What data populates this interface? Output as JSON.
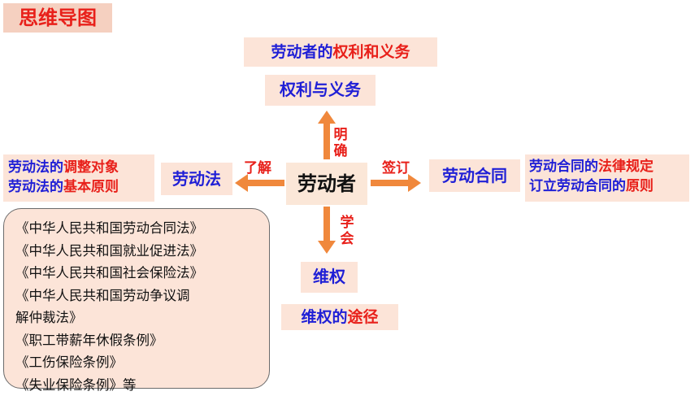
{
  "title": "思维导图",
  "center": "劳动者",
  "top_node": {
    "label": "权利与义务",
    "note_plain": "劳动者的",
    "note_red": "权利和义务"
  },
  "left_node": {
    "label": "劳动法",
    "note1_plain": "劳动法的",
    "note1_red": "调整对象",
    "note2_plain": "劳动法的",
    "note2_red": "基本原则"
  },
  "right_node": {
    "label": "劳动合同",
    "note1_plain": "劳动合同的",
    "note1_red": "法律规定",
    "note2_plain": "订立劳动合同的",
    "note2_red": "原则"
  },
  "bottom_node": {
    "label": "维权",
    "note_plain": "维权的",
    "note_red": "途径"
  },
  "edges": {
    "top": "明确",
    "left": "了解",
    "right": "签订",
    "bottom": "学会"
  },
  "laws": [
    "《中华人民共和国劳动合同法》",
    "《中华人民共和国就业促进法》",
    "《中华人民共和国社会保险法》",
    "《中华人民共和国劳动争议调",
    "解仲裁法》",
    "《职工带薪年休假条例》",
    "《工伤保险条例》",
    "《失业保险条例》等"
  ],
  "colors": {
    "arrow": "#f0883c",
    "red_text": "#e8201a",
    "blue_text": "#1f1fd6",
    "box_fill": "#fce4d8"
  }
}
